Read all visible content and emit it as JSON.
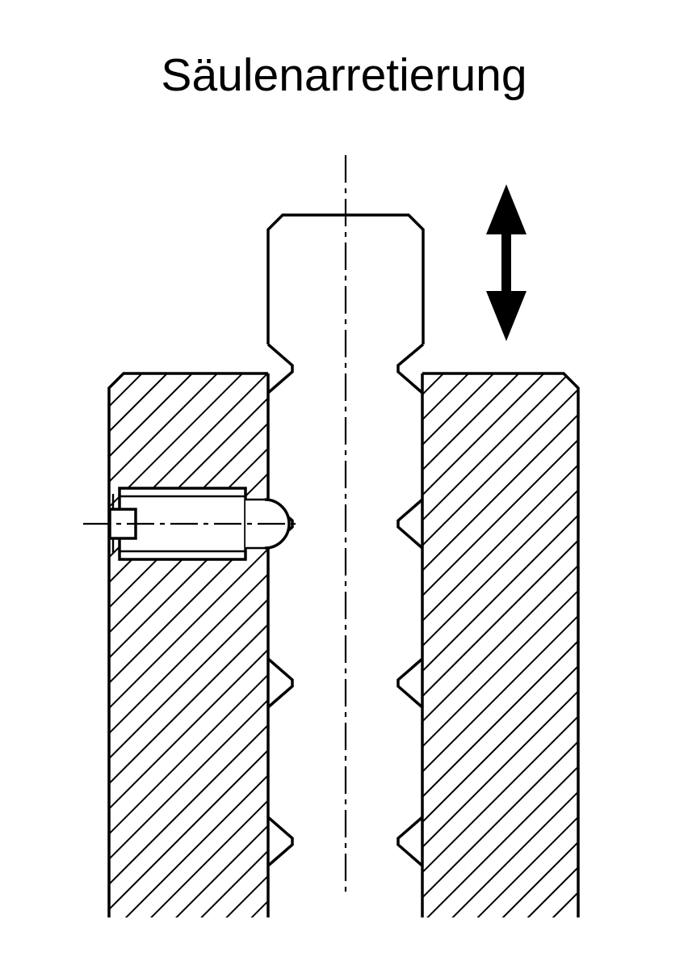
{
  "title": "Säulenarretierung",
  "colors": {
    "background": "#ffffff",
    "line": "#000000"
  },
  "parts": {
    "column": "grooved-column",
    "housing": "sectioned-housing-block",
    "plunger": "slotted-spring-plunger",
    "arrow": "vertical-motion-double-arrow",
    "axis": "center-axis-line"
  }
}
